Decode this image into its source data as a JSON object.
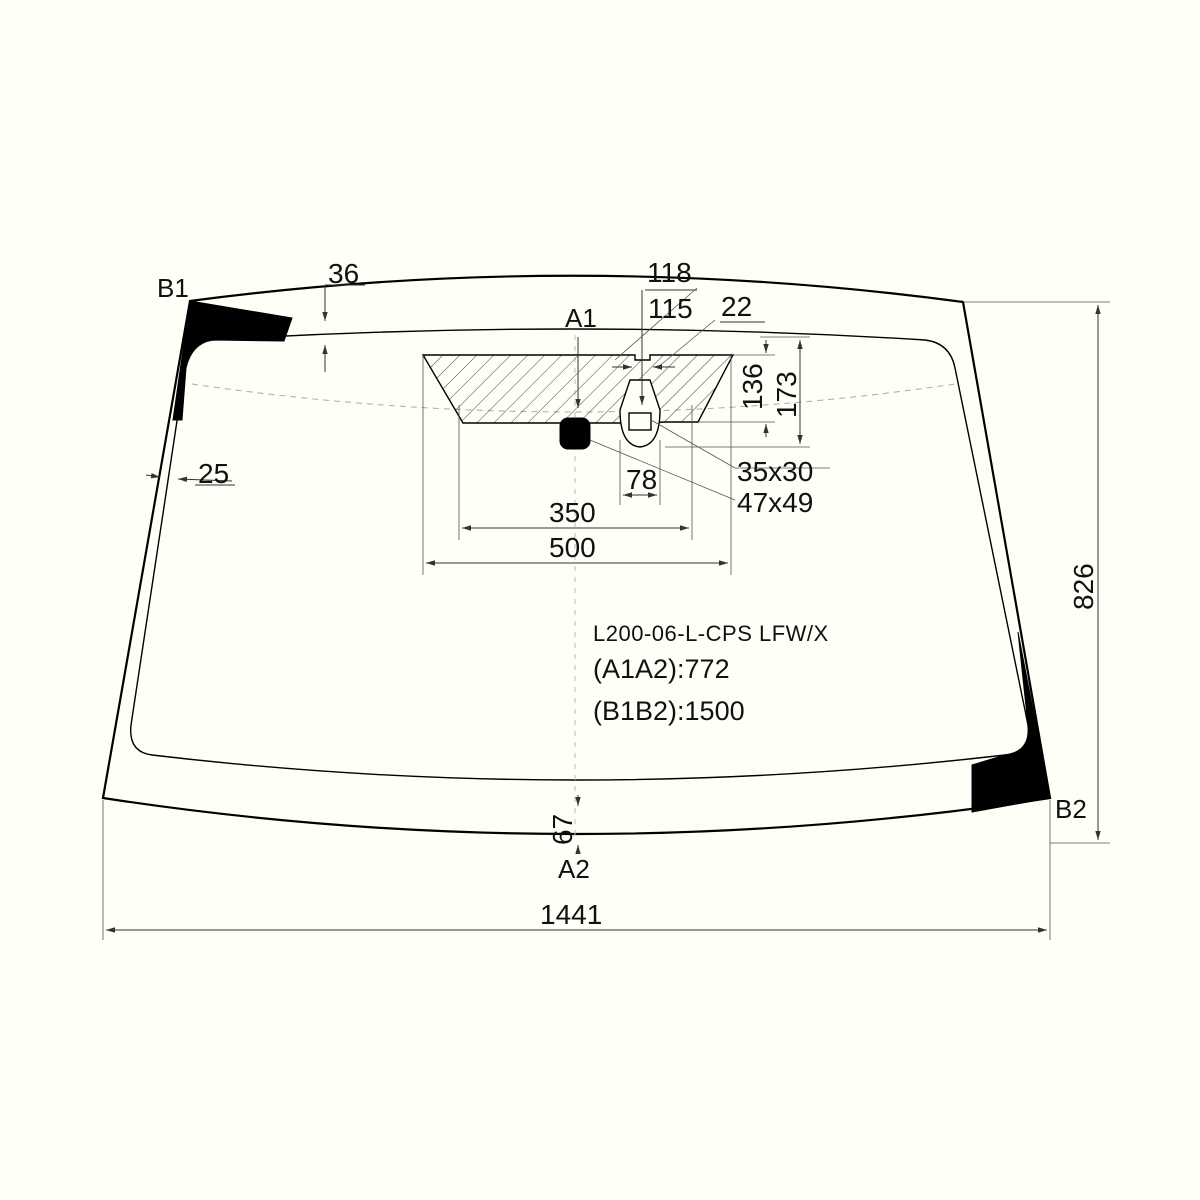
{
  "points": {
    "b1": "B1",
    "b2": "B2",
    "a1": "A1",
    "a2": "A2"
  },
  "dimensions": {
    "width": "1441",
    "height": "826",
    "band_top": "36",
    "band_side": "25",
    "band_bottom": "67",
    "d118": "118",
    "d115": "115",
    "d22": "22",
    "d136": "136",
    "d173": "173",
    "d78": "78",
    "d350": "350",
    "d500": "500",
    "sensor_small": "35x30",
    "sensor_large": "47x49"
  },
  "info": {
    "code": "L200-06-L-CPS LFW/X",
    "a1a2": "(A1A2):772",
    "b1b2": "(B1B2):1500"
  }
}
